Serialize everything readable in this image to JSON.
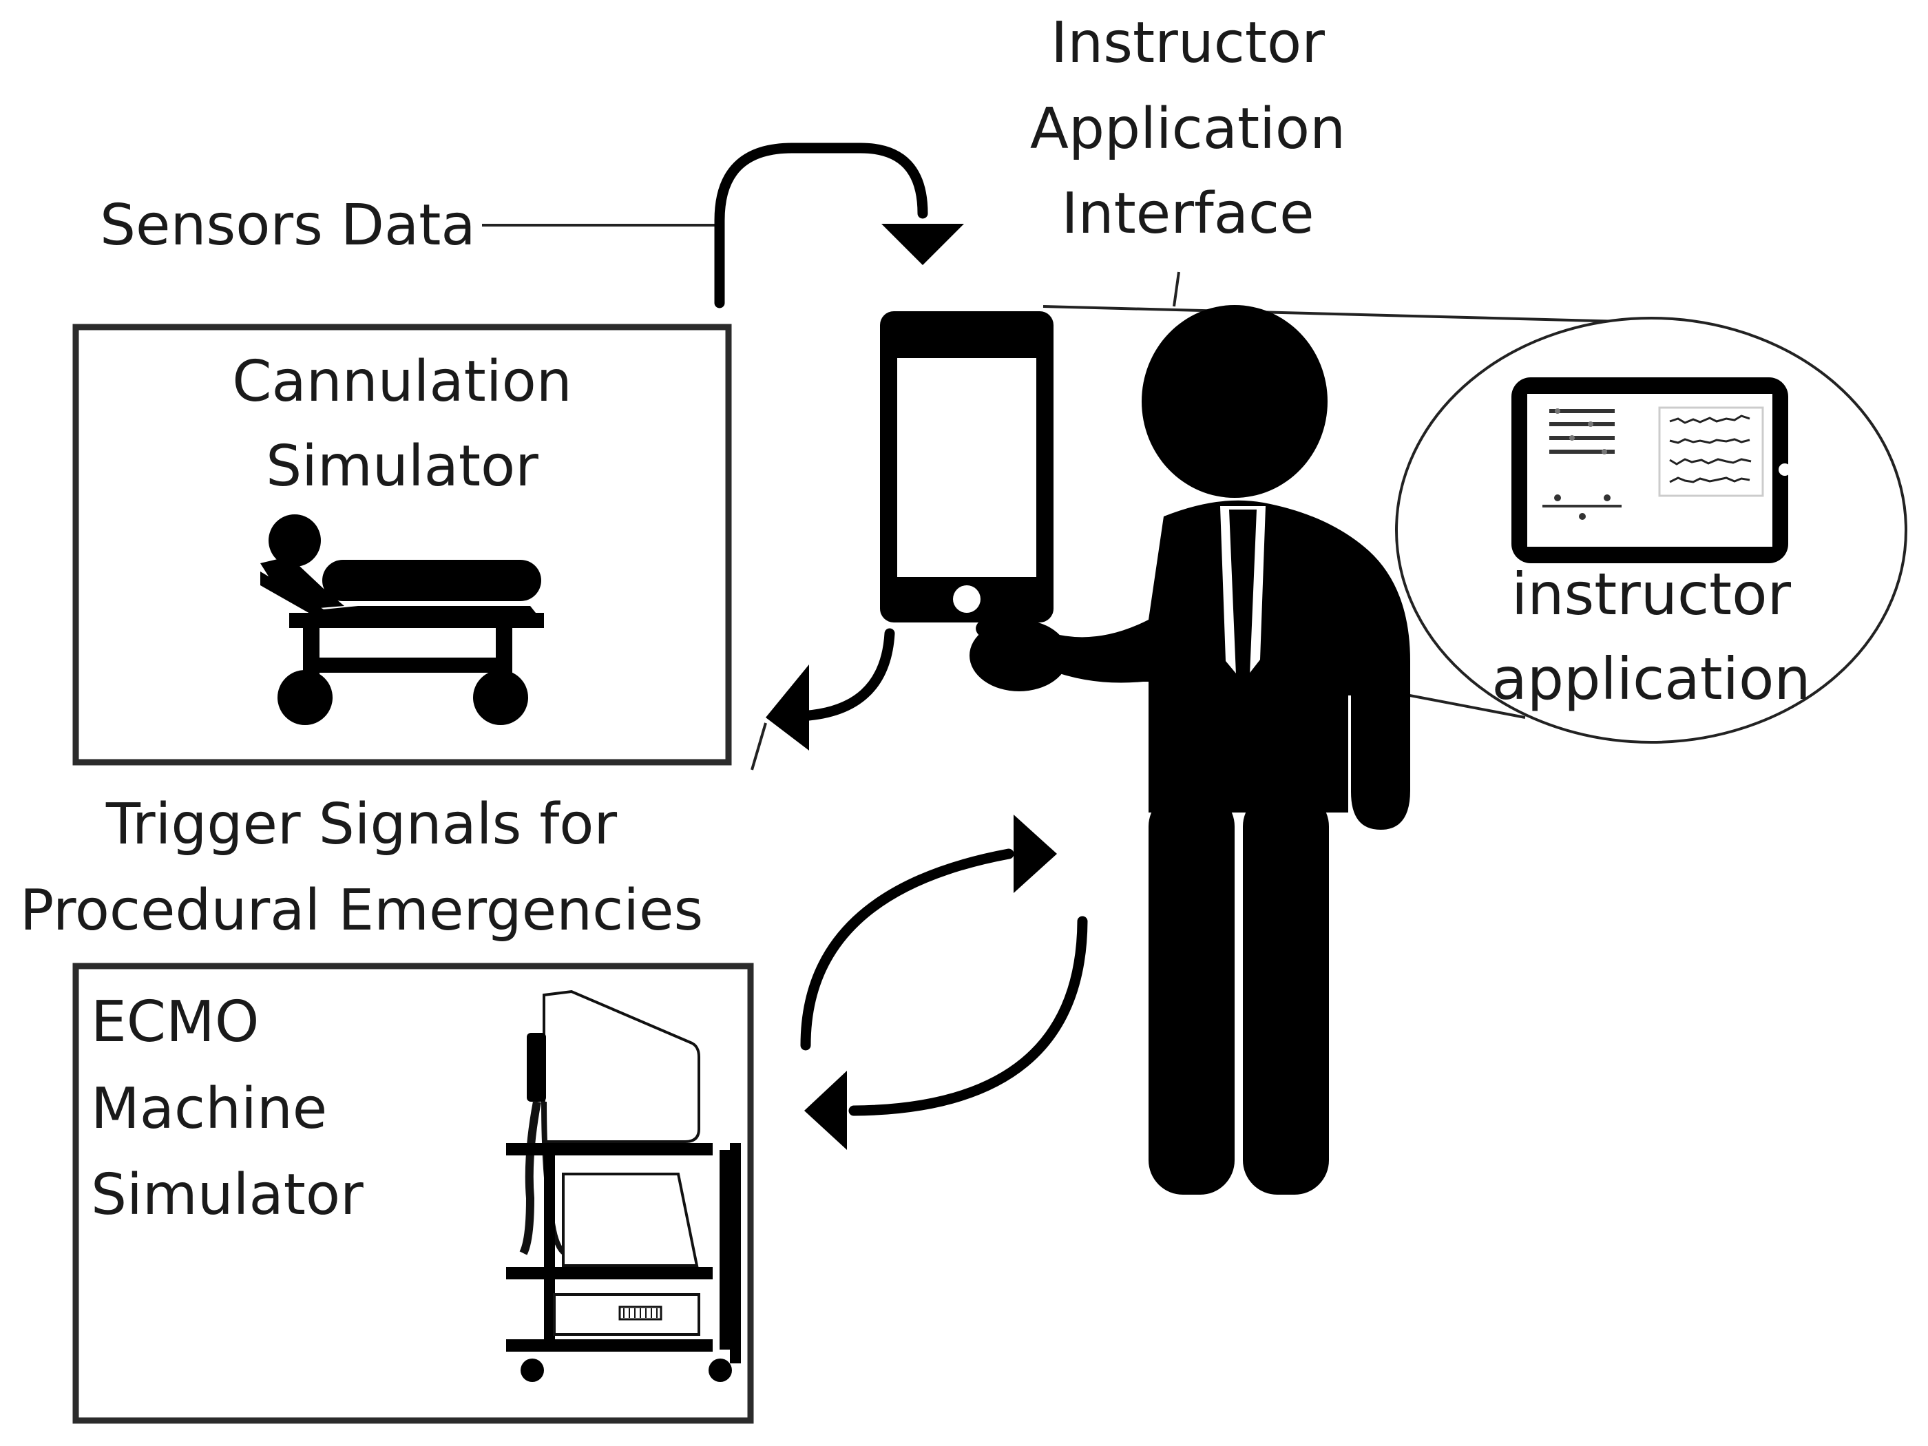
{
  "diagram": {
    "labels": {
      "sensors_data": "Sensors Data",
      "instructor_interface_line1": "Instructor",
      "instructor_interface_line2": "Application",
      "instructor_interface_line3": "Interface",
      "cannulation_line1": "Cannulation",
      "cannulation_line2": "Simulator",
      "trigger_line1": "Trigger Signals for",
      "trigger_line2": "Procedural Emergencies",
      "ecmo_line1": "ECMO",
      "ecmo_line2": "Machine",
      "ecmo_line3": "Simulator",
      "callout_line1": "instructor",
      "callout_line2": "application"
    },
    "icons": {
      "patient": "patient-on-stretcher-icon",
      "phone": "smartphone-icon",
      "person": "instructor-person-icon",
      "tablet": "tablet-icon",
      "ecmo": "ecmo-machine-cart-icon"
    }
  }
}
